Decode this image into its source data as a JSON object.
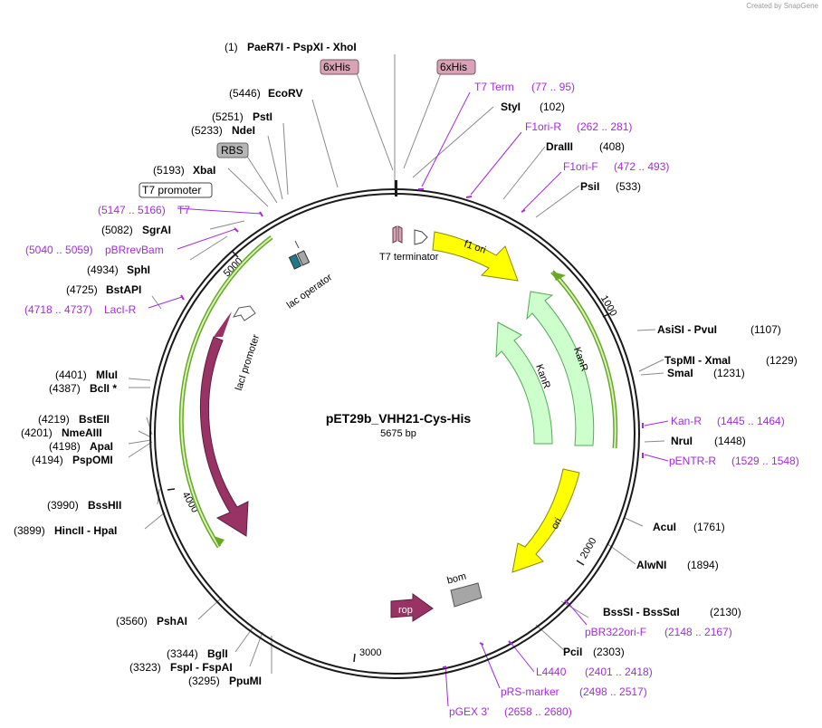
{
  "credit": "Created by SnapGene",
  "plasmid": {
    "name": "pET29b_VHH21-Cys-His",
    "length": "5675 bp"
  },
  "ticks": [
    "1000",
    "2000",
    "3000",
    "4000",
    "5000"
  ],
  "features": {
    "f1_ori": "f1 ori",
    "kanr_outer": "KanR",
    "kanr_inner": "KanR",
    "ori": "ori",
    "bom": "bom",
    "rop": "rop",
    "laci": "lacI",
    "laci_promoter": "lacI promoter",
    "lac_operator": "lac operator",
    "t7_terminator": "T7 terminator"
  },
  "boxes": {
    "his1": "6xHis",
    "his2": "6xHis",
    "rbs": "RBS",
    "t7_promoter": "T7 promoter"
  },
  "sites_right": [
    {
      "name": "StyI",
      "pos": "(102)"
    },
    {
      "name": "DraIII",
      "pos": "(408)"
    },
    {
      "name": "PsiI",
      "pos": "(533)"
    },
    {
      "name": "AsiSI  -  PvuI",
      "pos": "(1107)"
    },
    {
      "name": "TspMI  -  XmaI",
      "pos": "(1229)"
    },
    {
      "name": "SmaI",
      "pos": "(1231)"
    },
    {
      "name": "NruI",
      "pos": "(1448)"
    },
    {
      "name": "AcuI",
      "pos": "(1761)"
    },
    {
      "name": "AlwNI",
      "pos": "(1894)"
    },
    {
      "name": "BssSI  -  BssSαI",
      "pos": "(2130)"
    },
    {
      "name": "PciI",
      "pos": "(2303)"
    }
  ],
  "primers_right": [
    {
      "name": "T7 Term",
      "pos": "(77 .. 95)"
    },
    {
      "name": "F1ori-R",
      "pos": "(262 .. 281)"
    },
    {
      "name": "F1ori-F",
      "pos": "(472 .. 493)"
    },
    {
      "name": "Kan-R",
      "pos": "(1445 .. 1464)"
    },
    {
      "name": "pENTR-R",
      "pos": "(1529 .. 1548)"
    },
    {
      "name": "pBR322ori-F",
      "pos": "(2148 .. 2167)"
    },
    {
      "name": "L4440",
      "pos": "(2401 .. 2418)"
    },
    {
      "name": "pRS-marker",
      "pos": "(2498 .. 2517)"
    },
    {
      "name": "pGEX 3'",
      "pos": "(2658 .. 2680)"
    }
  ],
  "top_site": {
    "pos": "(1)",
    "name": "PaeR7I  -  PspXI  -  XhoI"
  },
  "sites_left": [
    {
      "pos": "(5446)",
      "name": "EcoRV"
    },
    {
      "pos": "(5251)",
      "name": "PstI"
    },
    {
      "pos": "(5233)",
      "name": "NdeI"
    },
    {
      "pos": "(5193)",
      "name": "XbaI"
    },
    {
      "pos": "(5082)",
      "name": "SgrAI"
    },
    {
      "pos": "(4934)",
      "name": "SphI"
    },
    {
      "pos": "(4725)",
      "name": "BstAPI"
    },
    {
      "pos": "(4401)",
      "name": "MluI"
    },
    {
      "pos": "(4387)",
      "name": "BclI *"
    },
    {
      "pos": "(4219)",
      "name": "BstEII"
    },
    {
      "pos": "(4201)",
      "name": "NmeAIII"
    },
    {
      "pos": "(4198)",
      "name": "ApaI"
    },
    {
      "pos": "(4194)",
      "name": "PspOMI"
    },
    {
      "pos": "(3990)",
      "name": "BssHII"
    },
    {
      "pos": "(3899)",
      "name": "HincII  -  HpaI"
    },
    {
      "pos": "(3560)",
      "name": "PshAI"
    },
    {
      "pos": "(3344)",
      "name": "BglI"
    },
    {
      "pos": "(3323)",
      "name": "FspI  -  FspAI"
    },
    {
      "pos": "(3295)",
      "name": "PpuMI"
    }
  ],
  "primers_left": [
    {
      "pos": "(5147 .. 5166)",
      "name": "T7"
    },
    {
      "pos": "(5040 .. 5059)",
      "name": "pBRrevBam"
    },
    {
      "pos": "(4718 .. 4737)",
      "name": "LacI-R"
    }
  ],
  "colors": {
    "primer": "#a12cdb",
    "yellow_feature": "#ffff00",
    "kanr": "#ccffcc",
    "laci": "#993366",
    "rop": "#993366",
    "bom": "#a6a6a6",
    "promoter_green": "#66aa22"
  }
}
